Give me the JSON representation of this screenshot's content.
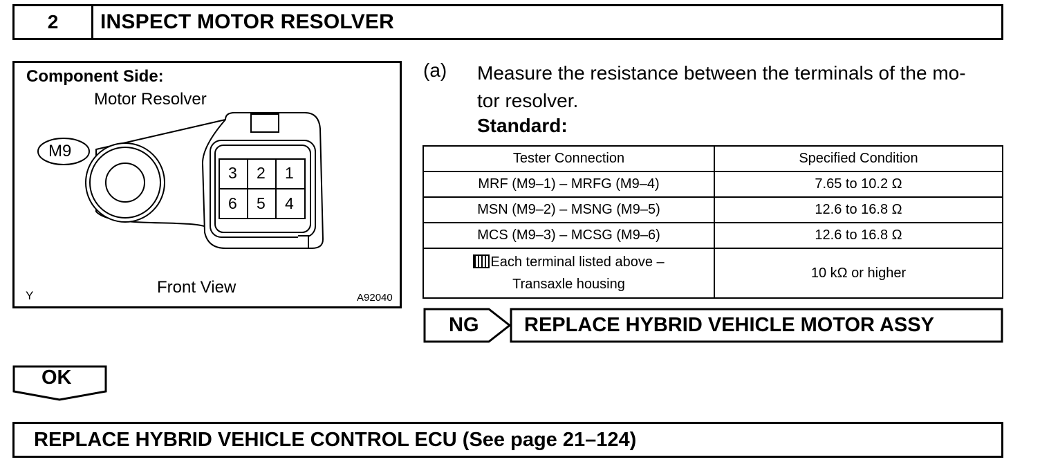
{
  "header": {
    "step_number": "2",
    "title": "INSPECT MOTOR RESOLVER"
  },
  "figure": {
    "heading": "Component Side:",
    "subheading": "Motor Resolver",
    "connector_id": "M9",
    "terminals_top": [
      "3",
      "2",
      "1"
    ],
    "terminals_bottom": [
      "6",
      "5",
      "4"
    ],
    "caption": "Front View",
    "corner_code": "Y",
    "figure_code": "A92040"
  },
  "step_a": {
    "label": "(a)",
    "line1": "Measure the resistance between the terminals of the mo-",
    "line2": "tor resolver.",
    "standard_label": "Standard:"
  },
  "table": {
    "headers": [
      "Tester Connection",
      "Specified Condition"
    ],
    "rows": [
      {
        "connection": "MRF (M9–1) – MRFG (M9–4)",
        "condition": "7.65 to 10.2 Ω"
      },
      {
        "connection": "MSN (M9–2) – MSNG (M9–5)",
        "condition": "12.6 to 16.8 Ω"
      },
      {
        "connection": "MCS (M9–3) – MCSG (M9–6)",
        "condition": "12.6 to 16.8 Ω"
      }
    ],
    "last_row": {
      "connection_line1": "Each terminal listed above –",
      "connection_line2": "Transaxle housing",
      "condition": "10 kΩ or higher"
    }
  },
  "ng": {
    "label": "NG",
    "action": "REPLACE HYBRID VEHICLE MOTOR ASSY"
  },
  "ok": {
    "label": "OK"
  },
  "final_action": "REPLACE HYBRID VEHICLE CONTROL ECU (See page 21–124)"
}
